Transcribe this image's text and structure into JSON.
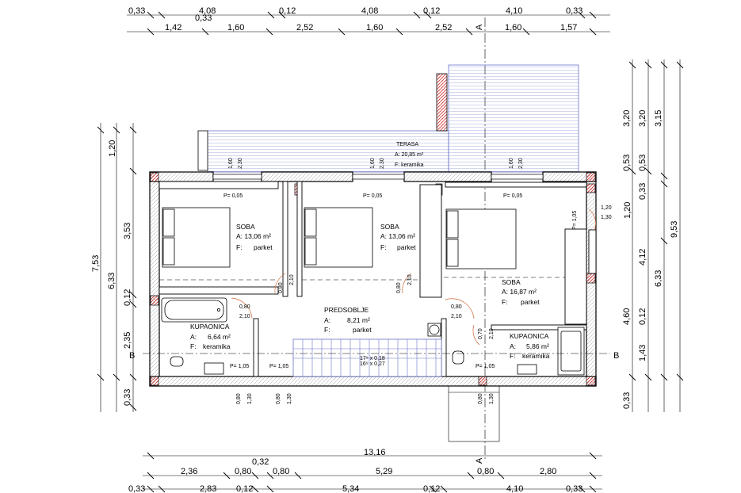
{
  "colors": {
    "hatch": "#cc2222",
    "terrace_lines": "#6b74c9",
    "wall": "#000000"
  },
  "dims": {
    "top_row1": [
      "0,33",
      "0,33",
      "4,08",
      "0,12",
      "4,08",
      "0,12",
      "4,10",
      "0,33"
    ],
    "top_row2": [
      "1,42",
      "1,60",
      "2,52",
      "1,60",
      "2,52",
      "1,60",
      "1,57"
    ],
    "bottom_total": "13,16",
    "bottom_row1": [
      "2,36",
      "0,32",
      "0,80",
      "0,80",
      "5,29",
      "0,80",
      "2,80"
    ],
    "bottom_row2": [
      "0,33",
      "2,83",
      "0,12",
      "5,34",
      "0,12",
      "4,10",
      "0,33"
    ],
    "left_outer": "7,53",
    "left_mid": "6,33",
    "left_inner": [
      "1,20",
      "3,53",
      "0,12",
      "2,35",
      "0,33"
    ],
    "right_outer": "9,53",
    "right_mid": [
      "3,15",
      "6,33"
    ],
    "right_inner": [
      "3,20",
      "0,53",
      "0,33",
      "1,20",
      "4,12",
      "0,12",
      "1,43",
      "0,33"
    ],
    "right_tall": "4,60",
    "section_marks": {
      "a_top": "A",
      "a_bottom": "A",
      "b_left": "B",
      "b_right": "B"
    }
  },
  "openings": {
    "window_top": [
      "1,60",
      "2,30"
    ],
    "sill_top": "P= 0,05",
    "right_window": [
      "1,20",
      "1,30"
    ],
    "right_sill": "P= 1,05",
    "door_a": [
      "0,80",
      "2,10"
    ],
    "door_b": [
      "0,80",
      "2,10"
    ],
    "door_c": [
      "0,70",
      "2,10"
    ],
    "door_d": [
      "0,80",
      "2,10"
    ],
    "sill_bath": "P= 1,05",
    "bottom_windows": [
      "0,80",
      "1,30"
    ],
    "stairs_note": [
      "17⁹ x 0,18",
      "16⁹ x 0,27"
    ]
  },
  "rooms": {
    "terasa": {
      "name": "TERASA",
      "area": "A: 20,85 m²",
      "floor": "F: keramika"
    },
    "soba1": {
      "name": "SOBA",
      "area": "A: 13,06 m²",
      "floor": "F:",
      "floor_val": "parket"
    },
    "soba2": {
      "name": "SOBA",
      "area": "A: 13,06 m²",
      "floor": "F:",
      "floor_val": "parket"
    },
    "soba3": {
      "name": "SOBA",
      "area": "A: 16,87 m²",
      "floor": "F:",
      "floor_val": "parket"
    },
    "predsoblje": {
      "name": "PREDSOBLJE",
      "area": "A:",
      "area_val": "8,21 m²",
      "floor": "F:",
      "floor_val": "parket"
    },
    "kupaonica1": {
      "name": "KUPAONICA",
      "area": "A:",
      "area_val": "6,64 m²",
      "floor": "F:",
      "floor_val": "keramika"
    },
    "kupaonica2": {
      "name": "KUPAONICA",
      "area": "A:",
      "area_val": "5,86 m²",
      "floor": "F:",
      "floor_val": "keramika"
    }
  }
}
